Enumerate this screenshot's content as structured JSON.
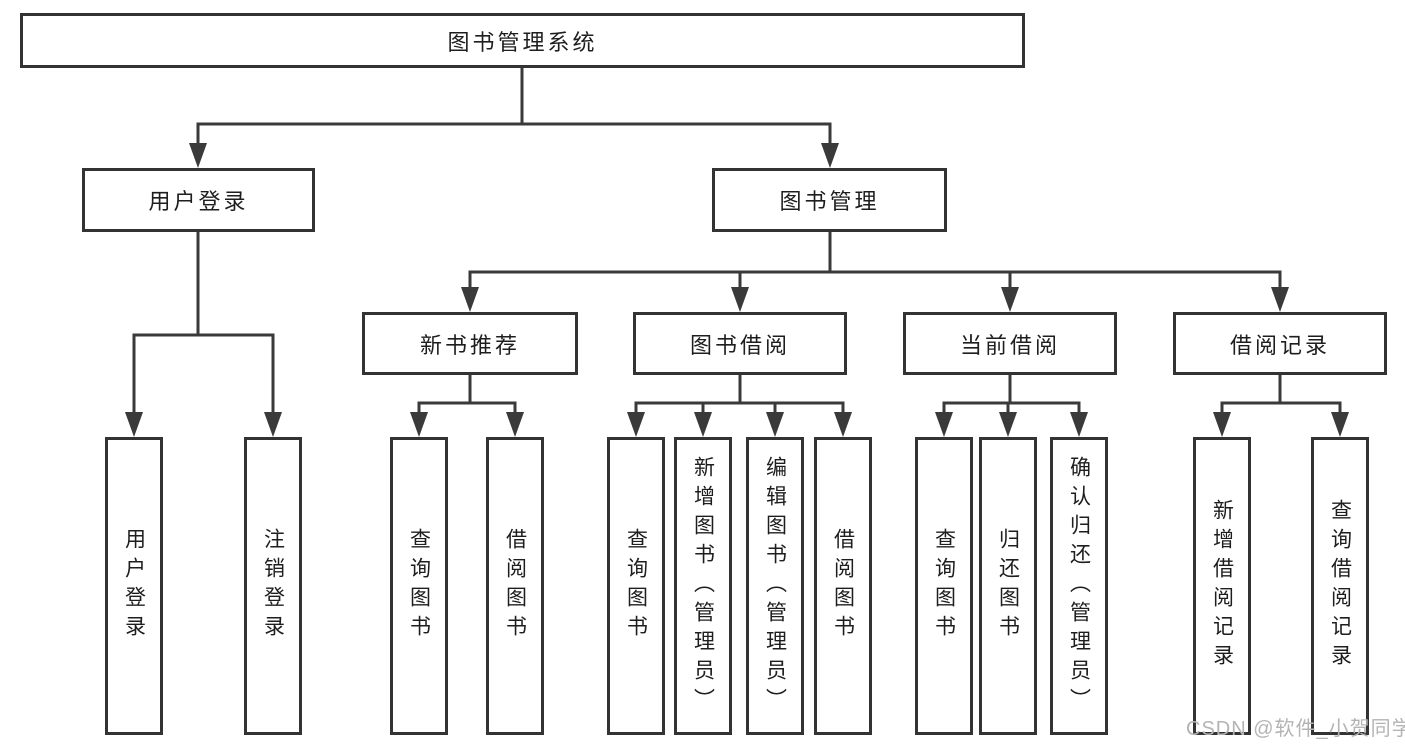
{
  "tree": {
    "root": {
      "label": "图书管理系统",
      "children": [
        {
          "label": "用户登录",
          "children": [
            {
              "label": "用户登录"
            },
            {
              "label": "注销登录"
            }
          ]
        },
        {
          "label": "图书管理",
          "children": [
            {
              "label": "新书推荐",
              "children": [
                {
                  "label": "查询图书"
                },
                {
                  "label": "借阅图书"
                }
              ]
            },
            {
              "label": "图书借阅",
              "children": [
                {
                  "label": "查询图书"
                },
                {
                  "label": "新增图书（管理员）"
                },
                {
                  "label": "编辑图书（管理员）"
                },
                {
                  "label": "借阅图书"
                }
              ]
            },
            {
              "label": "当前借阅",
              "children": [
                {
                  "label": "查询图书"
                },
                {
                  "label": "归还图书"
                },
                {
                  "label": "确认归还（管理员）"
                }
              ]
            },
            {
              "label": "借阅记录",
              "children": [
                {
                  "label": "新增借阅记录"
                },
                {
                  "label": "查询借阅记录"
                }
              ]
            }
          ]
        }
      ]
    }
  },
  "watermark": {
    "text": "CSDN @软件_小贺同学"
  },
  "colors": {
    "line": "#3a3a3a",
    "box_border": "#333333",
    "text": "#1e1e1e",
    "watermark": "#b4b4b4",
    "background": "#ffffff"
  }
}
